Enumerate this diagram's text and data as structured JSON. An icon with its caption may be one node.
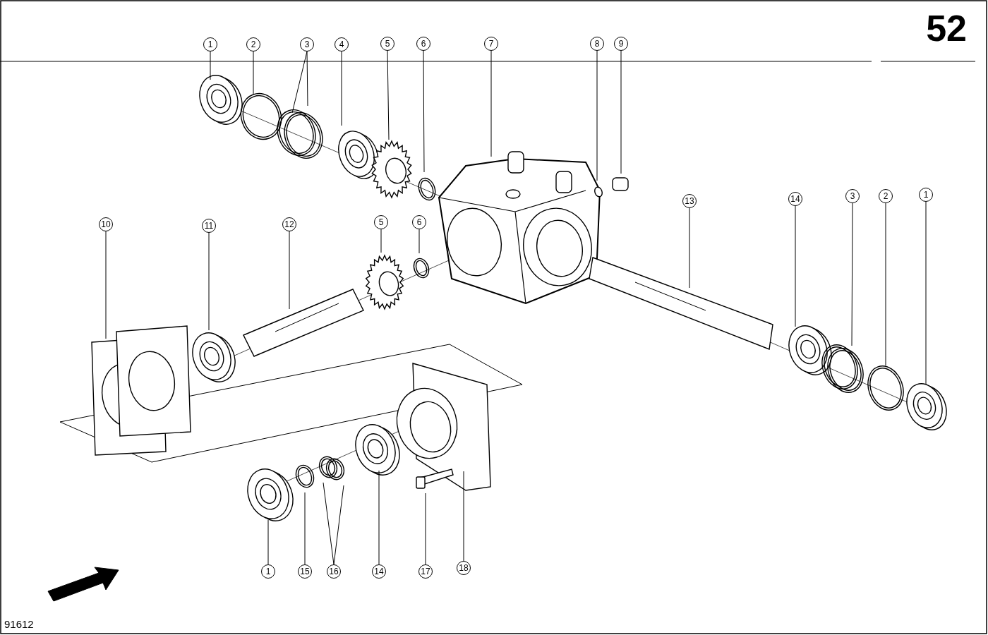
{
  "diagram": {
    "nodes": [
      {
        "text": [
          "1"
        ]
      },
      {
        "text": [
          "2"
        ]
      },
      {
        "text": [
          "3"
        ]
      },
      {
        "text": [
          "4"
        ]
      },
      {
        "text": [
          "5"
        ]
      },
      {
        "text": [
          "6"
        ]
      },
      {
        "text": [
          "7"
        ]
      },
      {
        "text": [
          "8"
        ]
      },
      {
        "text": [
          "9"
        ]
      },
      {
        "text": [
          "10"
        ]
      },
      {
        "text": [
          "11"
        ]
      },
      {
        "text": [
          "12"
        ]
      },
      {
        "text": [
          "5"
        ]
      },
      {
        "text": [
          "6"
        ]
      },
      {
        "text": [
          "13"
        ]
      },
      {
        "text": [
          "14"
        ]
      },
      {
        "text": [
          "3"
        ]
      },
      {
        "text": [
          "2"
        ]
      },
      {
        "text": [
          "1"
        ]
      },
      {
        "text": [
          "1"
        ]
      },
      {
        "text": [
          "15"
        ]
      },
      {
        "text": [
          "16"
        ]
      },
      {
        "text": [
          "14"
        ]
      },
      {
        "text": [
          "17"
        ]
      },
      {
        "text": [
          "18"
        ]
      }
    ],
    "edges": [
      {
        "from": 0,
        "to": null,
        "arrow": "none"
      },
      {
        "from": 1,
        "to": null,
        "arrow": "none"
      },
      {
        "from": 2,
        "to": null,
        "arrow": "none"
      },
      {
        "from": 2,
        "to": null,
        "arrow": "none"
      },
      {
        "from": 3,
        "to": null,
        "arrow": "none"
      },
      {
        "from": 4,
        "to": null,
        "arrow": "none"
      },
      {
        "from": 5,
        "to": null,
        "arrow": "none"
      },
      {
        "from": 6,
        "to": null,
        "arrow": "none"
      },
      {
        "from": 7,
        "to": null,
        "arrow": "none"
      },
      {
        "from": 8,
        "to": null,
        "arrow": "none"
      },
      {
        "from": 9,
        "to": null,
        "arrow": "none"
      },
      {
        "from": 10,
        "to": null,
        "arrow": "none"
      },
      {
        "from": 11,
        "to": null,
        "arrow": "none"
      },
      {
        "from": 12,
        "to": null,
        "arrow": "none"
      },
      {
        "from": 13,
        "to": null,
        "arrow": "none"
      },
      {
        "from": 14,
        "to": null,
        "arrow": "none"
      },
      {
        "from": 15,
        "to": null,
        "arrow": "none"
      },
      {
        "from": 16,
        "to": null,
        "arrow": "none"
      },
      {
        "from": 17,
        "to": null,
        "arrow": "none"
      },
      {
        "from": 18,
        "to": null,
        "arrow": "none"
      },
      {
        "from": 19,
        "to": null,
        "arrow": "none"
      },
      {
        "from": 20,
        "to": null,
        "arrow": "none"
      },
      {
        "from": 21,
        "to": null,
        "arrow": "none"
      },
      {
        "from": 21,
        "to": null,
        "arrow": "none"
      },
      {
        "from": 22,
        "to": null,
        "arrow": "none"
      },
      {
        "from": 23,
        "to": null,
        "arrow": "none"
      },
      {
        "from": 24,
        "to": null,
        "arrow": "none"
      }
    ],
    "labels": [
      "52",
      "91612"
    ]
  }
}
